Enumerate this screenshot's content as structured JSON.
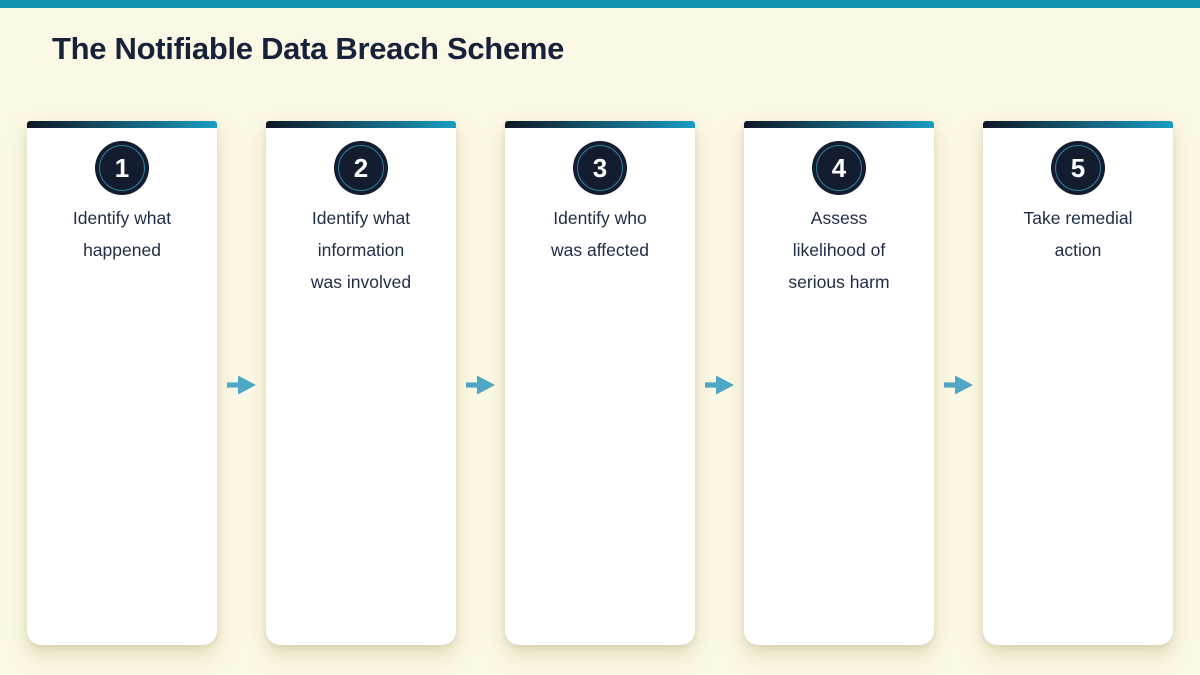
{
  "page": {
    "title": "The Notifiable Data Breach Scheme"
  },
  "colors": {
    "background": "#FBF8E5",
    "top_accent_bar": "#1593B2",
    "title_text": "#16213A",
    "card_background": "#FFFFFF",
    "card_accent_gradient_start": "#0F1726",
    "card_accent_gradient_end": "#1A9DC0",
    "badge_fill": "#131D2F",
    "badge_ring": "#2B7D9E",
    "badge_number_text": "#FFFFFF",
    "step_label_text": "#1E2C49",
    "arrow": "#4FA6C5"
  },
  "steps": [
    {
      "number": "1",
      "label": "Identify what\nhappened"
    },
    {
      "number": "2",
      "label": "Identify what\ninformation\nwas involved"
    },
    {
      "number": "3",
      "label": "Identify who\nwas affected"
    },
    {
      "number": "4",
      "label": "Assess\nlikelihood of\nserious harm"
    },
    {
      "number": "5",
      "label": "Take remedial\naction"
    }
  ],
  "icons": {
    "arrow_icon_name": "arrow-right-icon",
    "arrow_count": 4
  }
}
